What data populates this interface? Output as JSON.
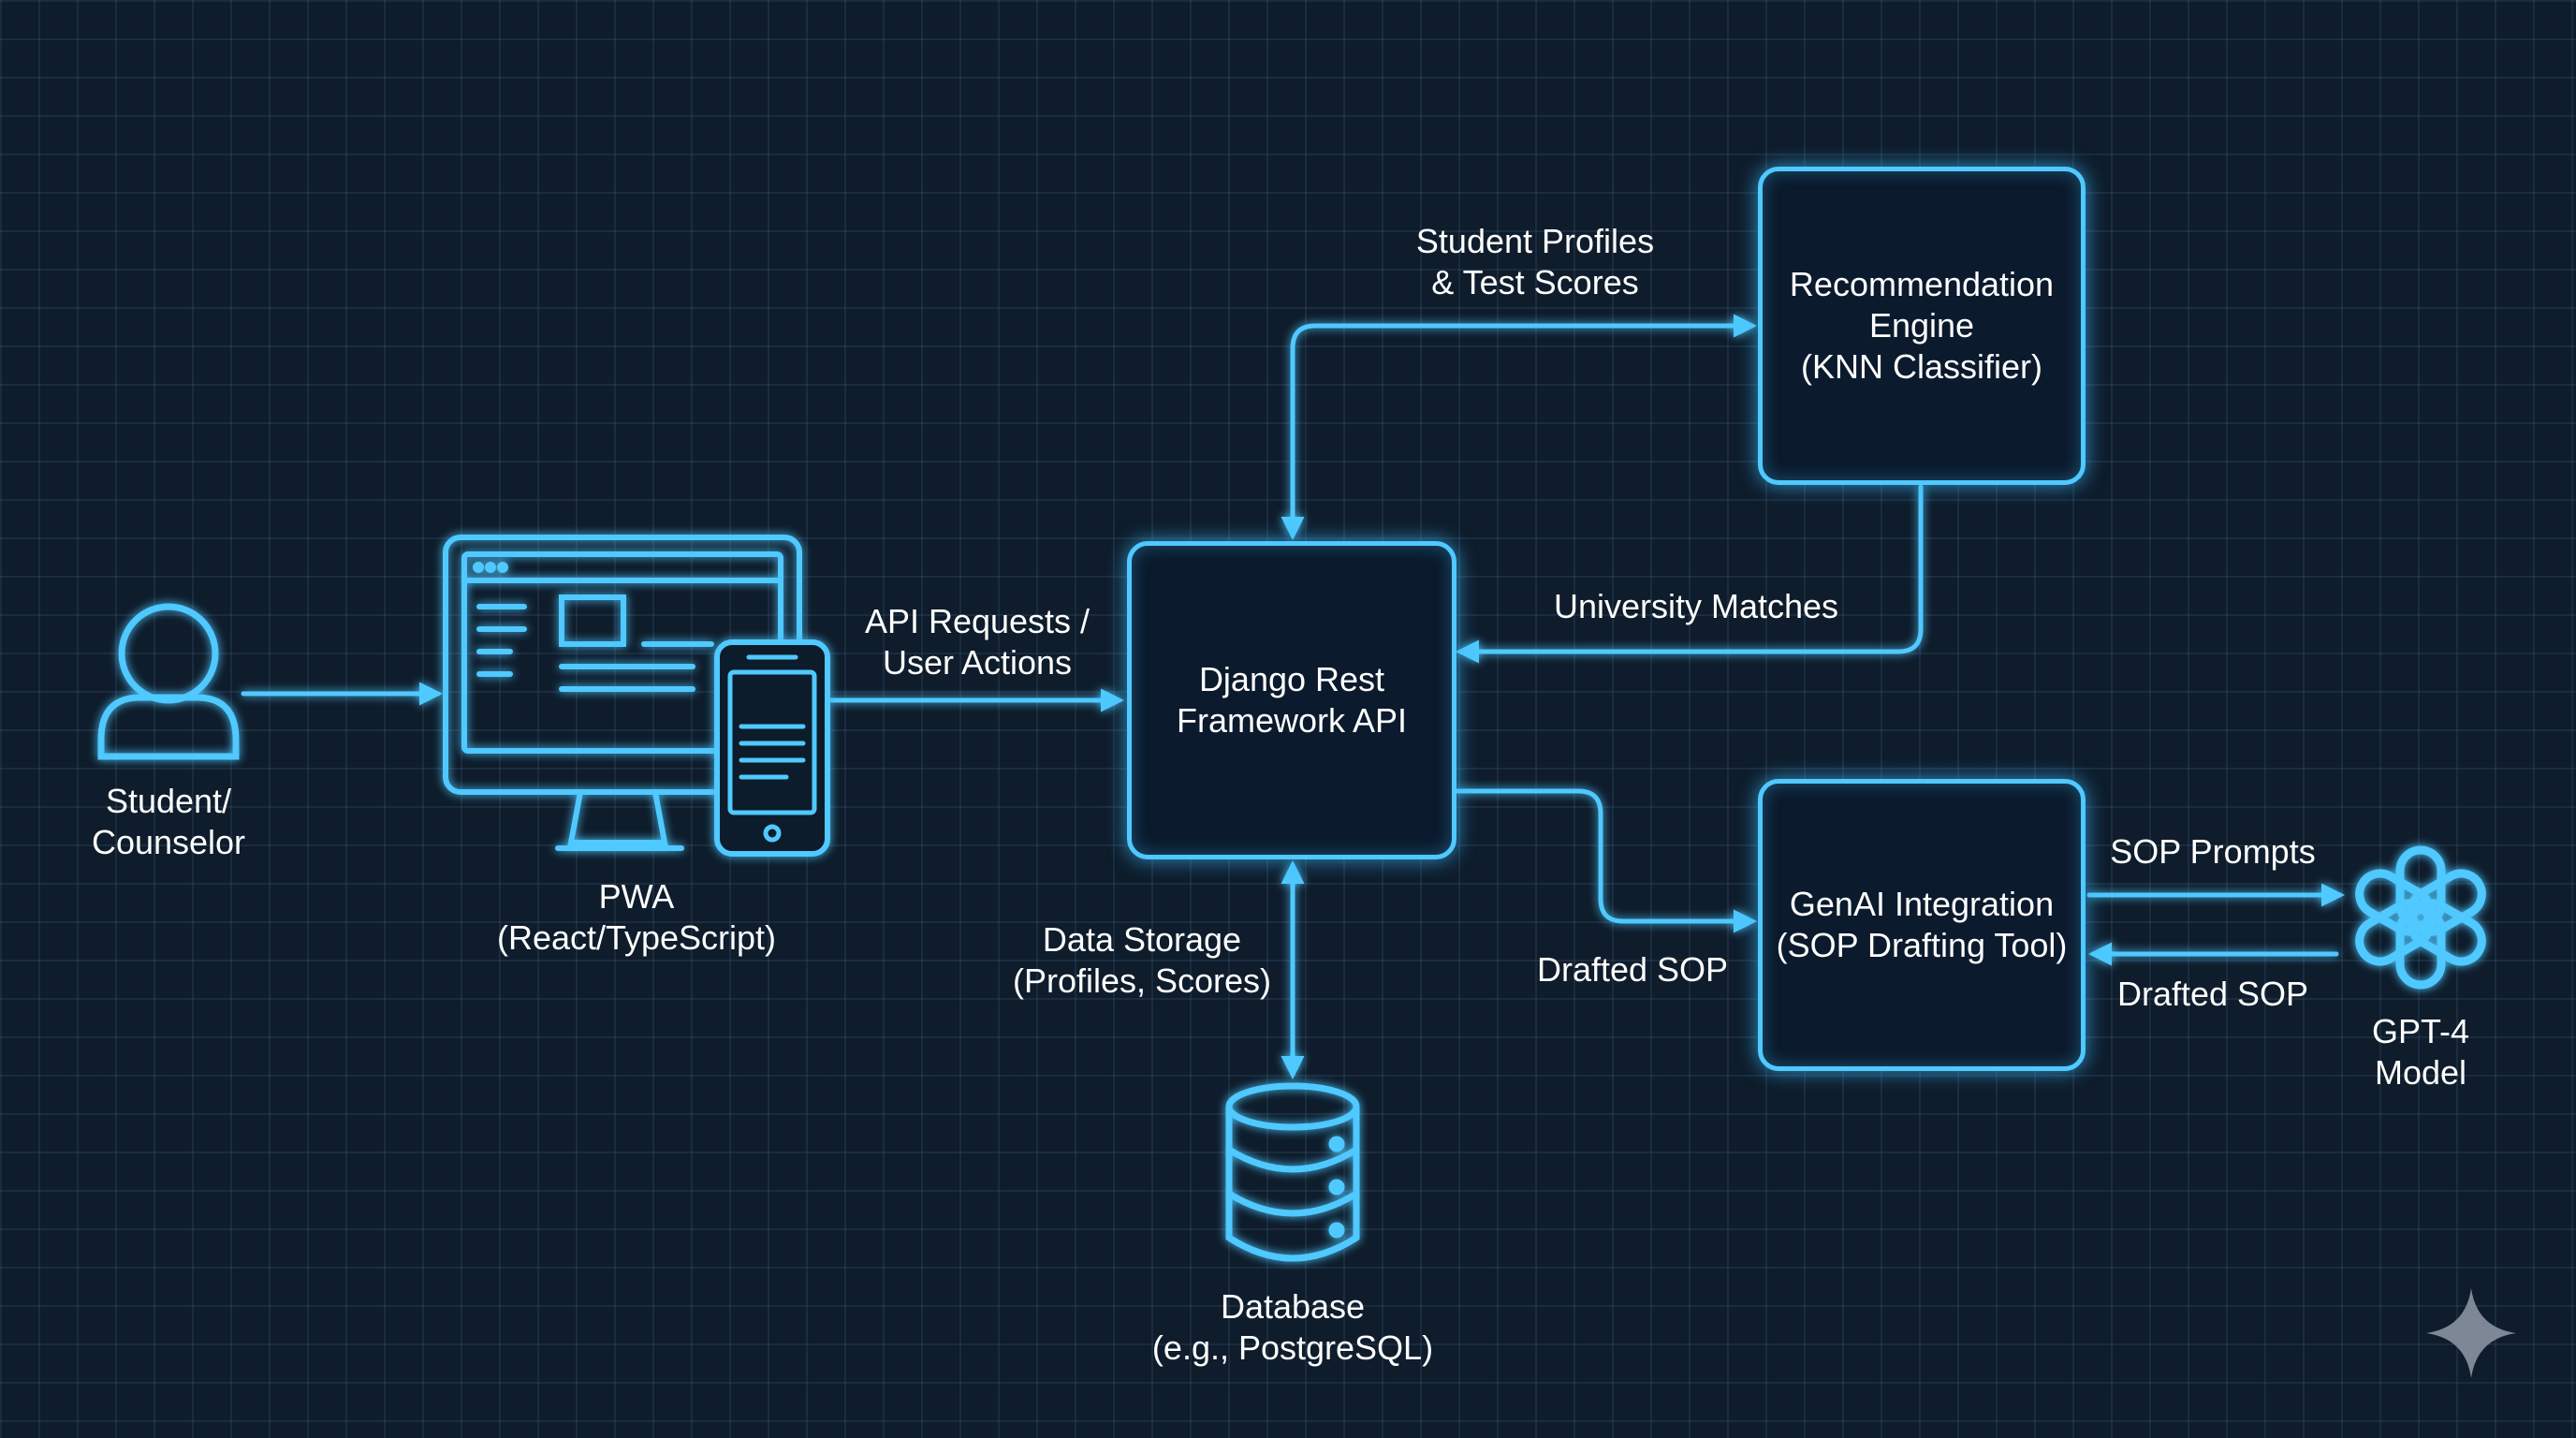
{
  "nodes": {
    "student": {
      "line1": "Student/",
      "line2": "Counselor"
    },
    "pwa": {
      "line1": "PWA",
      "line2": "(React/TypeScript)"
    },
    "django": {
      "line1": "Django Rest",
      "line2": "Framework API"
    },
    "recommendation": {
      "line1": "Recommendation",
      "line2": "Engine",
      "line3": "(KNN Classifier)"
    },
    "genai": {
      "line1": "GenAI Integration",
      "line2": "(SOP Drafting Tool)"
    },
    "gpt4": {
      "line1": "GPT-4",
      "line2": "Model"
    },
    "database": {
      "line1": "Database",
      "line2": "(e.g., PostgreSQL)"
    }
  },
  "edges": {
    "api_requests": {
      "line1": "API Requests /",
      "line2": "User Actions"
    },
    "student_profiles": {
      "line1": "Student Profiles",
      "line2": "& Test Scores"
    },
    "university_matches": "University Matches",
    "data_storage": {
      "line1": "Data Storage",
      "line2": "(Profiles, Scores)"
    },
    "drafted_sop_api": "Drafted SOP",
    "sop_prompts": "SOP Prompts",
    "drafted_sop_gpt": "Drafted SOP"
  },
  "colors": {
    "background": "#0e1c2b",
    "accent": "#4fc9ff",
    "text": "#ffffff"
  },
  "icons": [
    "user-icon",
    "desktop-monitor-icon",
    "smartphone-icon",
    "database-icon",
    "openai-logo-icon",
    "sparkle-icon"
  ]
}
